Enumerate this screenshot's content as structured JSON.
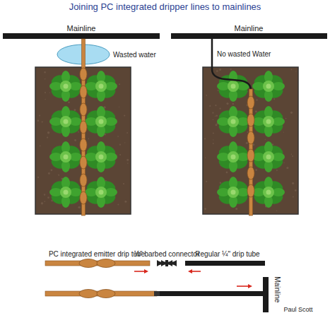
{
  "diagram": {
    "title": "Joining PC integrated dripper lines to mainlines",
    "nodes": [
      {
        "text": [
          "Wasted water"
        ]
      }
    ],
    "labels": [
      "Mainline",
      "Mainline",
      "No wasted Water",
      "PC integrated emitter drip tube",
      "¼\" barbed connector",
      "Regular ¼\" drip tube",
      "Mainline",
      "Paul Scott"
    ]
  }
}
